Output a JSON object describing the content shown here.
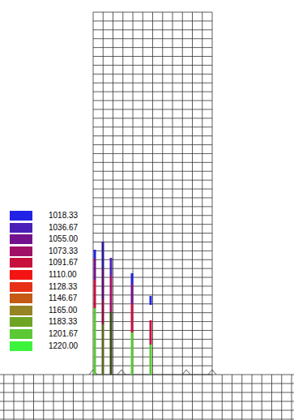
{
  "diagram": {
    "legend": [
      {
        "text": "1018.33",
        "color": "#2222e6"
      },
      {
        "text": "1036.67",
        "color": "#4a1fb8"
      },
      {
        "text": "1055.00",
        "color": "#74128e"
      },
      {
        "text": "1073.33",
        "color": "#a01066"
      },
      {
        "text": "1091.67",
        "color": "#c8103c"
      },
      {
        "text": "1110.00",
        "color": "#f41414"
      },
      {
        "text": "1128.33",
        "color": "#e83018"
      },
      {
        "text": "1146.67",
        "color": "#c45a14"
      },
      {
        "text": "1165.00",
        "color": "#948424"
      },
      {
        "text": "1183.33",
        "color": "#6ea424"
      },
      {
        "text": "1201.67",
        "color": "#5cc836"
      },
      {
        "text": "1220.00",
        "color": "#3cf43c"
      }
    ]
  }
}
